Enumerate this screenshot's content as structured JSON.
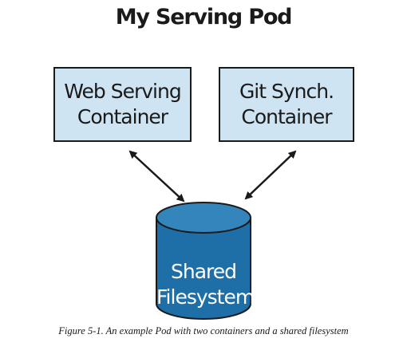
{
  "title": "My Serving Pod",
  "boxes": [
    {
      "line1": "Web Serving",
      "line2": "Container"
    },
    {
      "line1": "Git Synch.",
      "line2": "Container"
    }
  ],
  "storage": {
    "line1": "Shared",
    "line2": "Filesystem"
  },
  "caption": "Figure 5-1. An example Pod with two containers and a shared filesystem",
  "colors": {
    "box_fill": "#cfe4f3",
    "cylinder_fill": "#1e6fa8",
    "cylinder_top": "#3585bd",
    "stroke": "#1a1a1a"
  }
}
